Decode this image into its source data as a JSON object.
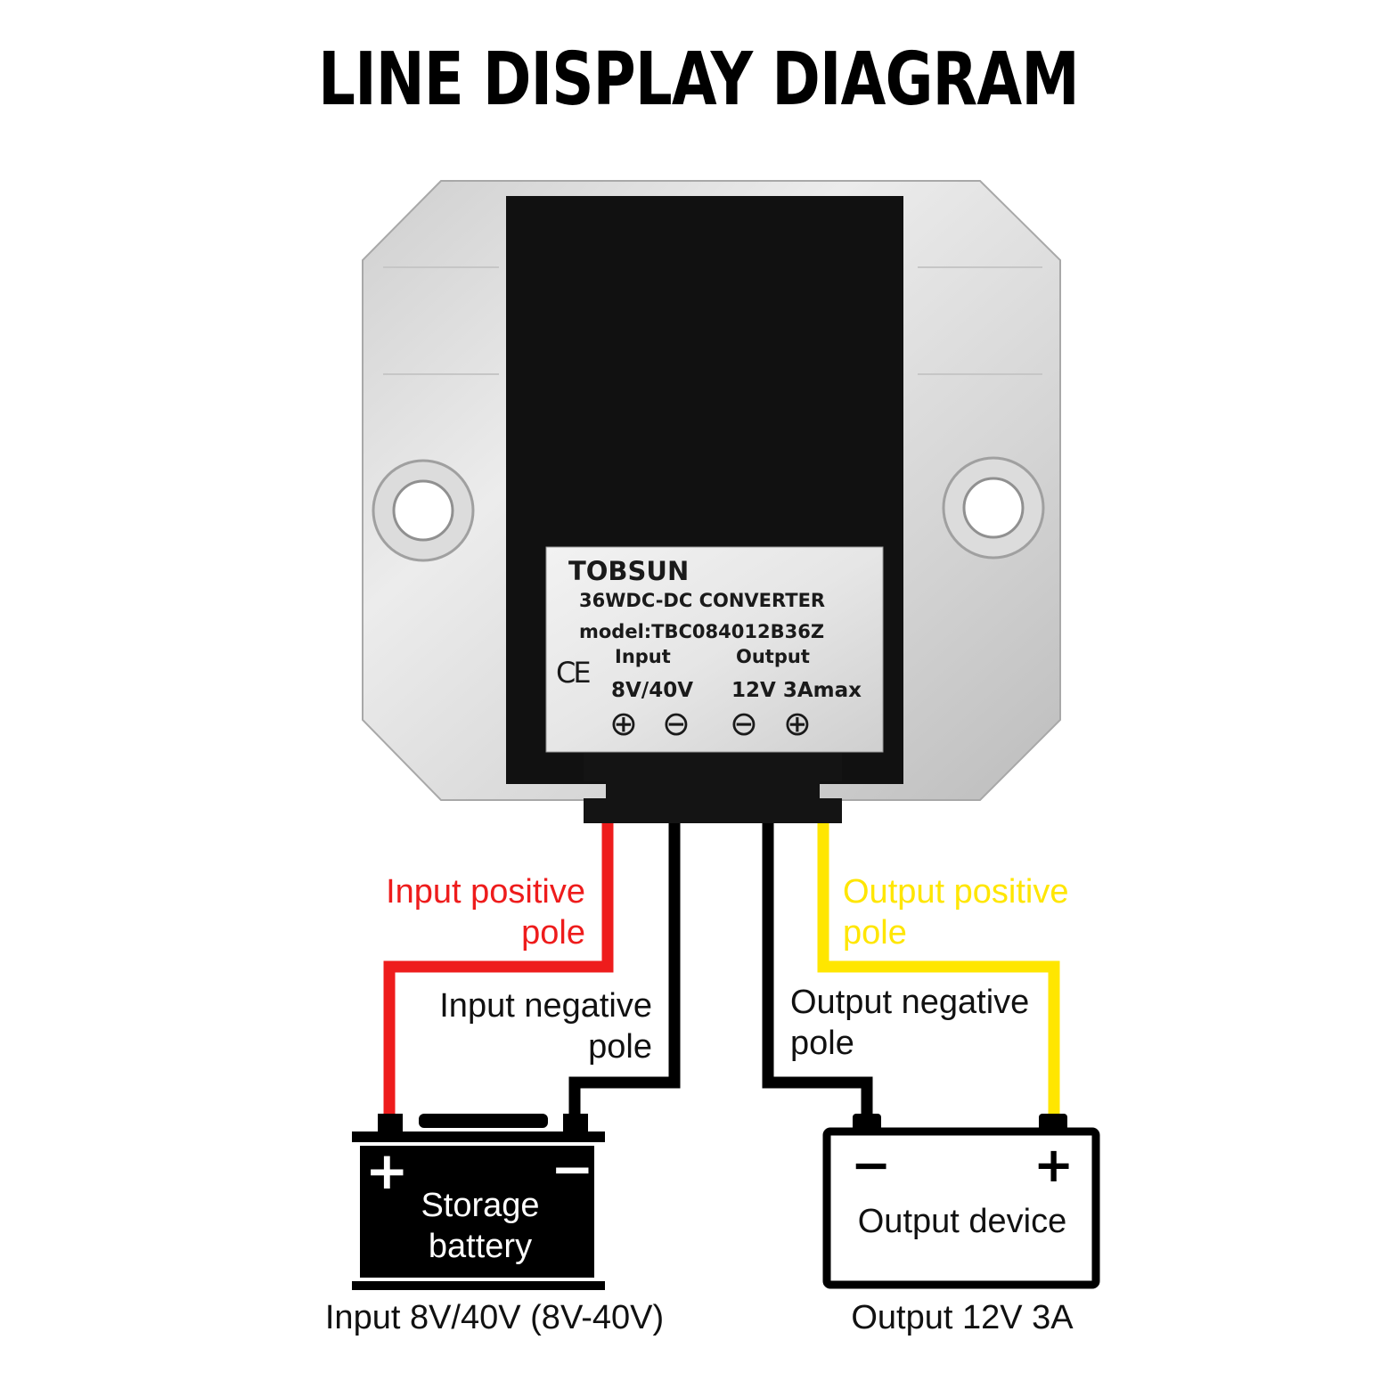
{
  "title": "LINE DISPLAY DIAGRAM",
  "colors": {
    "input_positive_wire": "#ee1c1c",
    "output_positive_wire": "#ffe600",
    "negative_wire": "#000000",
    "housing": "#d9d9d9",
    "module_body": "#111111"
  },
  "module_label": {
    "brand": "TOBSUN",
    "product": "36WDC-DC CONVERTER",
    "model": "model:TBC084012B36Z",
    "ce_mark": "CE",
    "input_heading": "Input",
    "output_heading": "Output",
    "input_value": "8V/40V",
    "output_value": "12V 3Amax",
    "terminal_symbols": [
      "⊕",
      "⊖",
      "⊖",
      "⊕"
    ]
  },
  "wires": {
    "input_positive": {
      "line1": "Input positive",
      "line2": "pole"
    },
    "input_negative": {
      "line1": "Input negative",
      "line2": "pole"
    },
    "output_positive": {
      "line1": "Output positive",
      "line2": "pole"
    },
    "output_negative": {
      "line1": "Output negative",
      "line2": "pole"
    }
  },
  "battery": {
    "plus": "+",
    "minus": "−",
    "line1": "Storage",
    "line2": "battery",
    "caption": "Input 8V/40V (8V-40V)"
  },
  "device": {
    "minus": "−",
    "plus": "+",
    "name": "Output device",
    "caption": "Output 12V 3A"
  }
}
